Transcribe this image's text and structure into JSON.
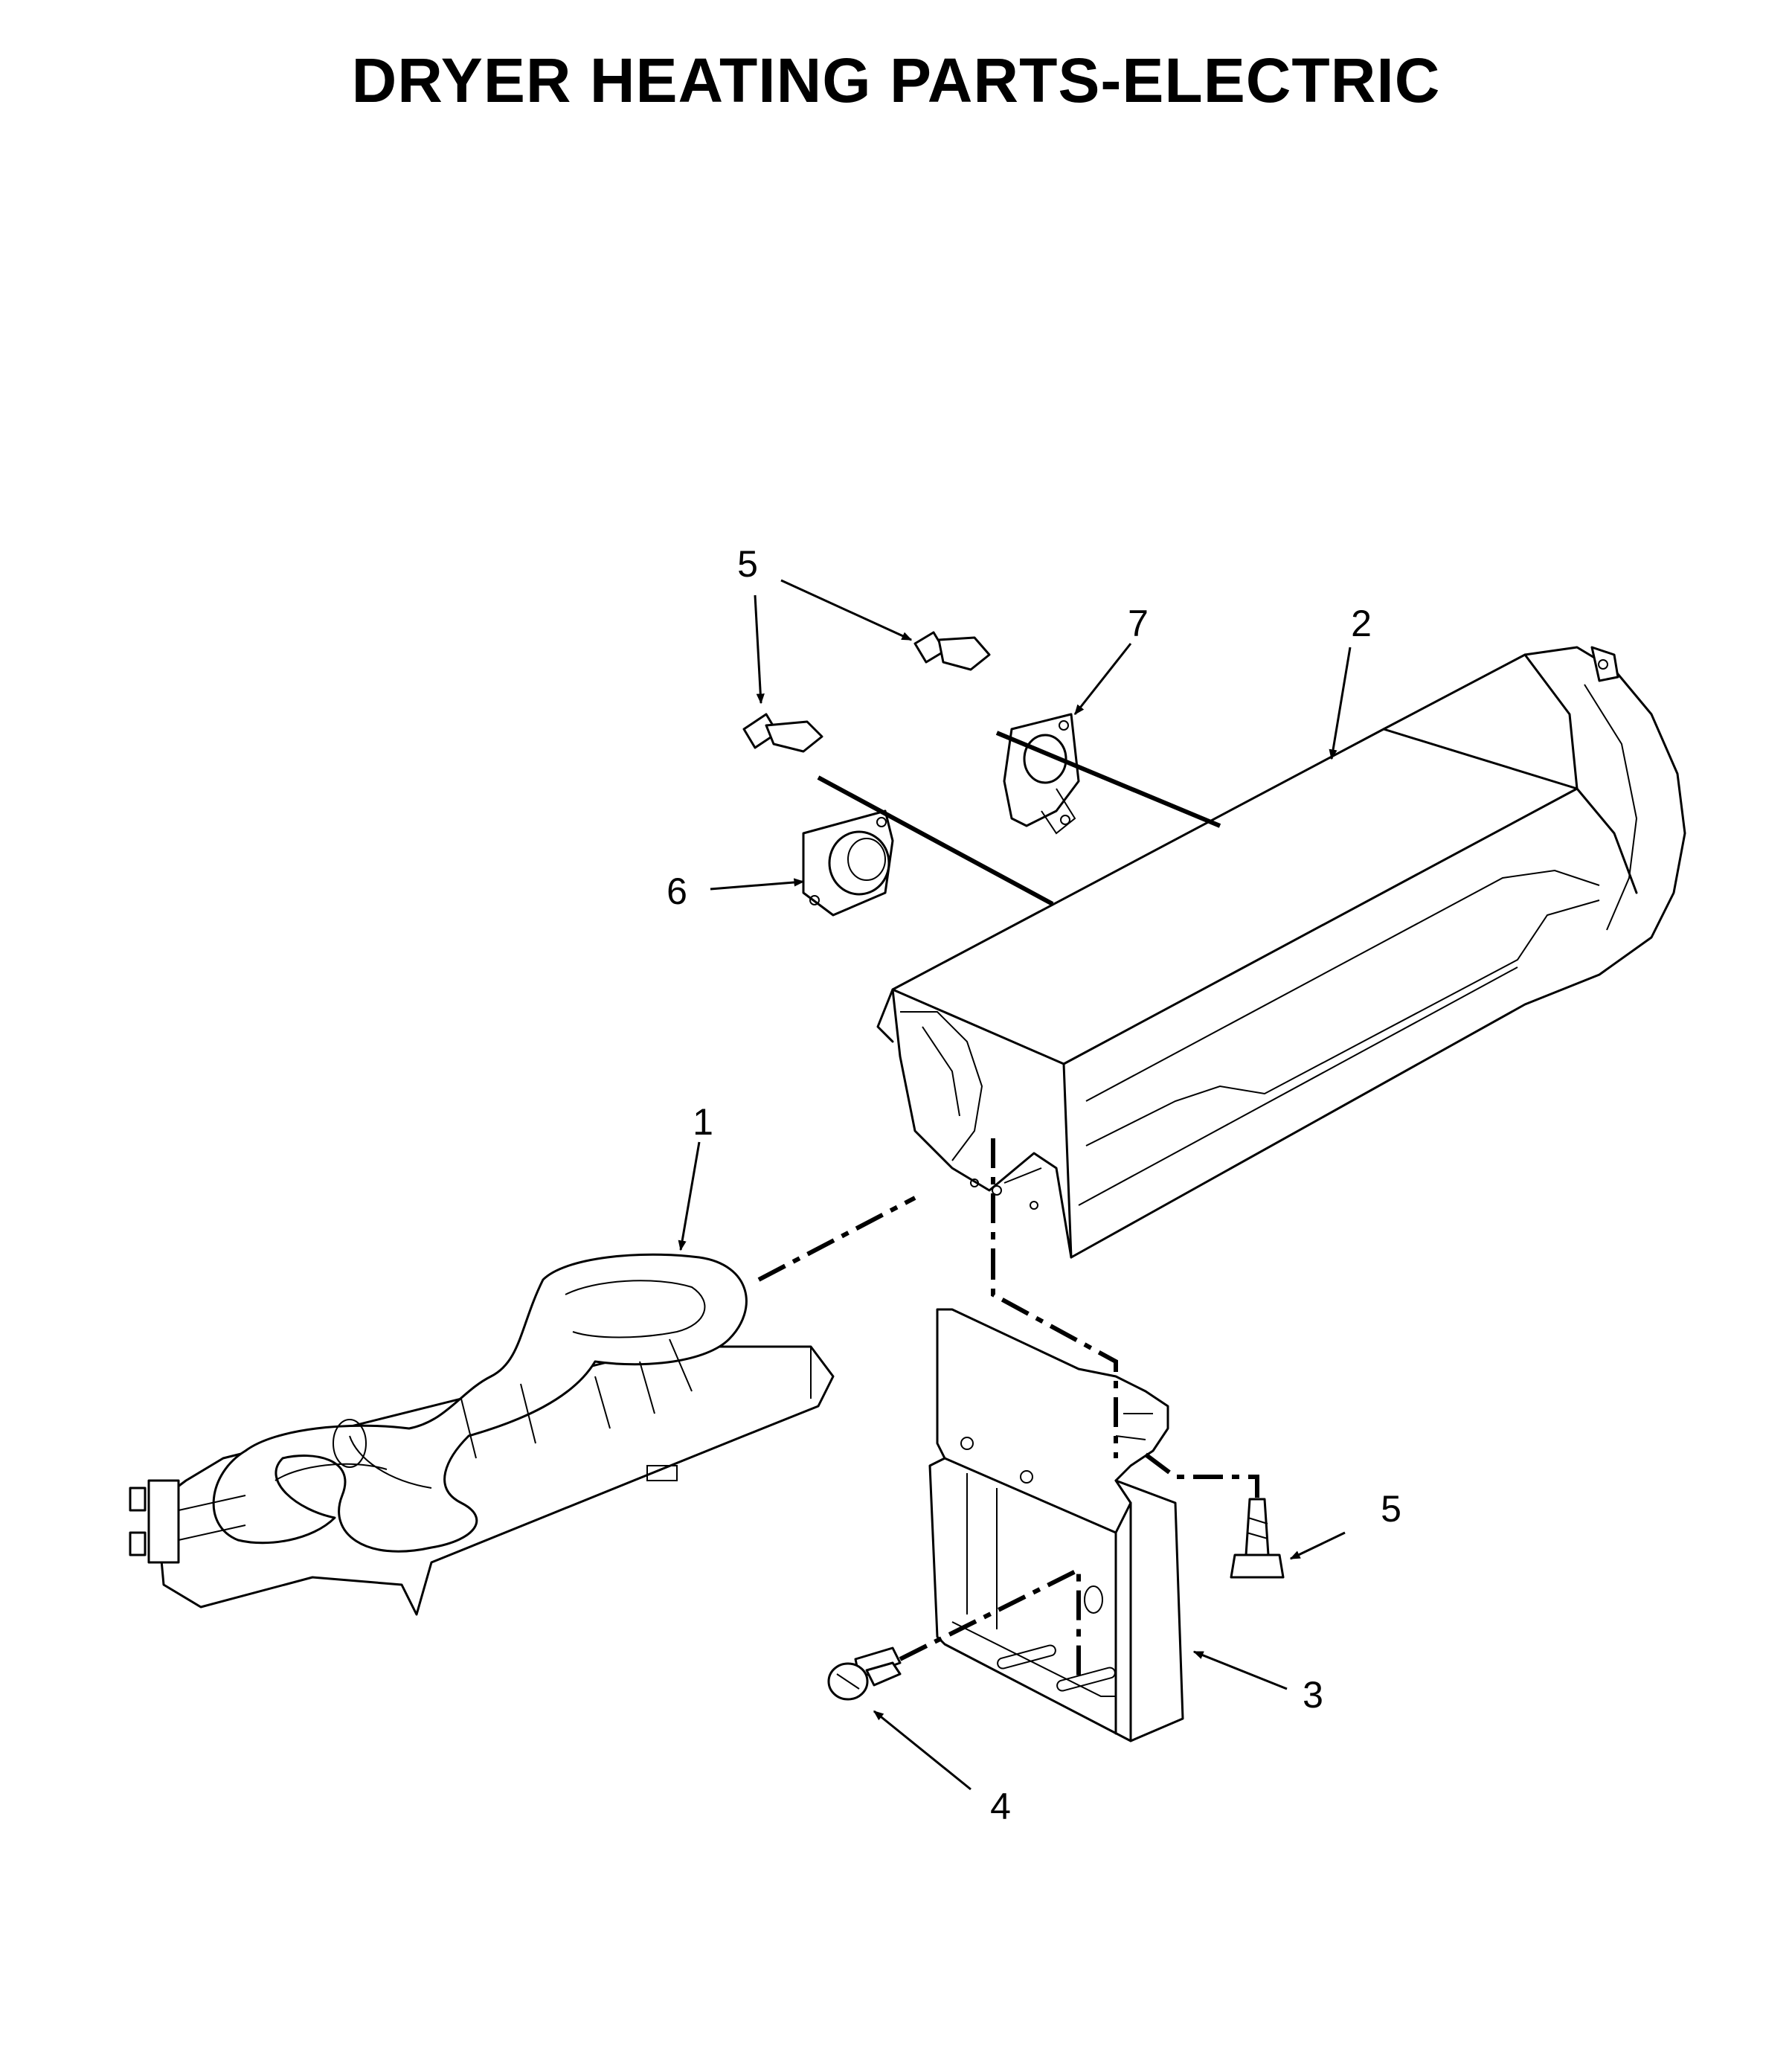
{
  "title": "DRYER HEATING PARTS-ELECTRIC",
  "callouts": {
    "c1": "1",
    "c2": "2",
    "c3": "3",
    "c4": "4",
    "c5a": "5",
    "c5b": "5",
    "c6": "6",
    "c7": "7"
  }
}
